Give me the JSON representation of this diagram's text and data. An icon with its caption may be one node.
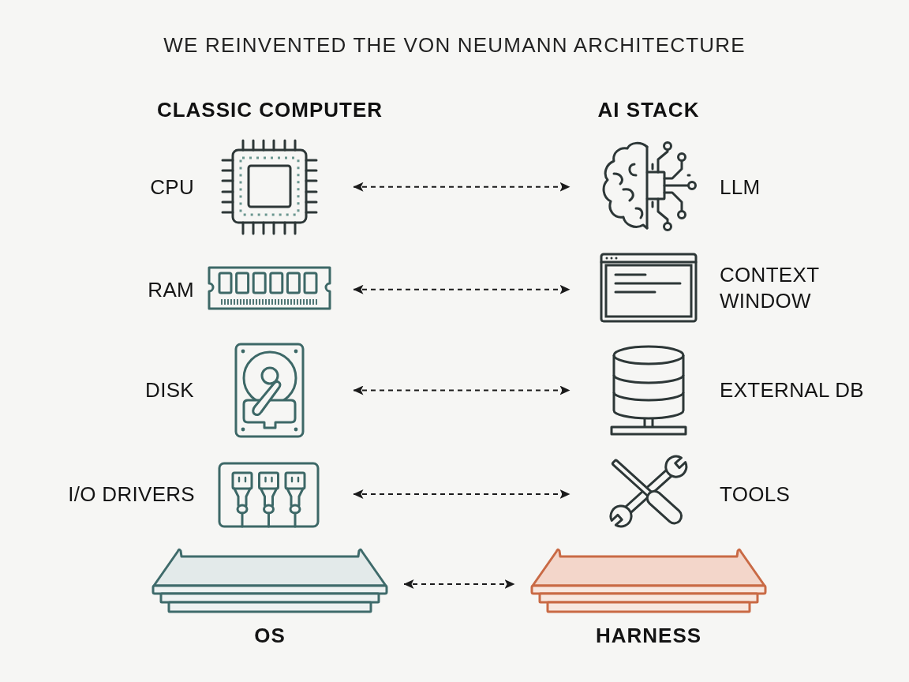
{
  "diagram": {
    "title": "WE REINVENTED THE VON NEUMANN ARCHITECTURE",
    "nodes": [
      {
        "text": [],
        "shape": "picture",
        "beside": [
          "CPU"
        ]
      },
      {
        "text": [],
        "shape": "picture",
        "beside": [
          "LLM"
        ]
      },
      {
        "text": [],
        "shape": "picture",
        "beside": [
          "RAM"
        ]
      },
      {
        "text": [],
        "shape": "picture",
        "beside": [
          "CONTEXT WINDOW"
        ]
      },
      {
        "text": [],
        "shape": "picture",
        "beside": [
          "DISK"
        ]
      },
      {
        "text": [],
        "shape": "picture",
        "beside": [
          "EXTERNAL DB"
        ]
      },
      {
        "text": [],
        "shape": "picture",
        "beside": [
          "I/O DRIVERS"
        ]
      },
      {
        "text": [],
        "shape": "picture",
        "beside": [
          "TOOLS"
        ]
      },
      {
        "text": [],
        "shape": "picture",
        "beside": [
          "OS"
        ]
      },
      {
        "text": [],
        "shape": "picture",
        "beside": [
          "HARNESS"
        ]
      }
    ],
    "edges": [
      {
        "from": 0,
        "to": 1,
        "arrow": "both",
        "style": "dashed"
      },
      {
        "from": 2,
        "to": 3,
        "arrow": "both",
        "style": "dashed"
      },
      {
        "from": 4,
        "to": 5,
        "arrow": "both",
        "style": "dashed"
      },
      {
        "from": 6,
        "to": 7,
        "arrow": "both",
        "style": "dashed"
      },
      {
        "from": 8,
        "to": 9,
        "arrow": "both",
        "style": "dashed"
      }
    ],
    "labels": [
      "CLASSIC COMPUTER",
      "AI STACK"
    ]
  }
}
